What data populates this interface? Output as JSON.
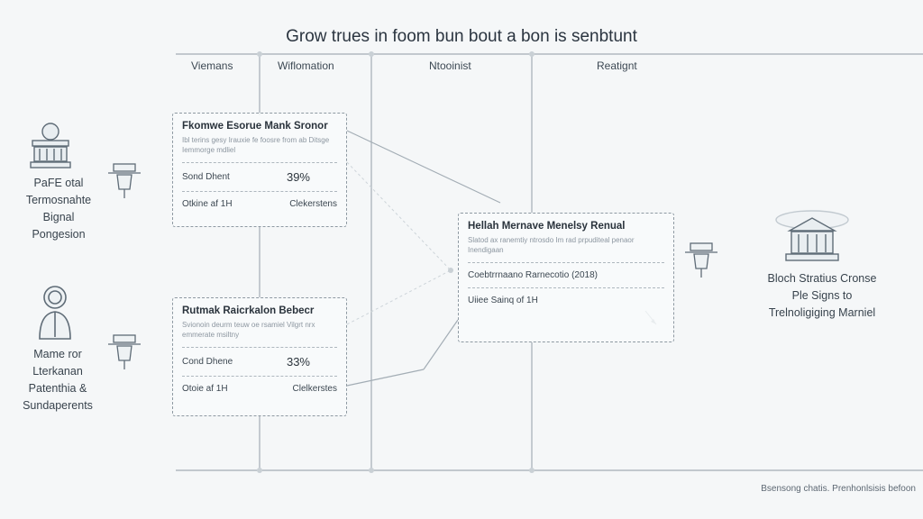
{
  "diagram": {
    "title": "Grow trues in foom bun bout a bon is senbtunt",
    "columns": [
      "Viemans",
      "Wiflomation",
      "Ntooinist",
      "Reatignt"
    ],
    "cards": [
      {
        "title": "Fkomwe Esorue Mank Sronor",
        "desc": "Ibl terins gesy Irauxie fe foosre from ab Ditsge Iemmorge mdliel",
        "row1_label": "Sond Dhent",
        "row1_value": "39%",
        "row2_label": "Otkine af 1H",
        "row2_value": "Clekerstens"
      },
      {
        "title": "Rutmak Raicrkalon Bebecr",
        "desc": "Svionoin deurm teuw oe rsamiel Vilgrt nrx emmerate msiltny",
        "row1_label": "Cond Dhene",
        "row1_value": "33%",
        "row2_label": "Otoie af 1H",
        "row2_value": "Clelkerstes"
      },
      {
        "title": "Hellah Mernave Menelsy Renual",
        "desc": "Slatod ax ranemtiy ntrosdo Im rad prpuditeal penaor Inendigaan",
        "row1_label": "Coebtrrnaano Rarnecotio (2018)",
        "row2_label": "Uiiee Sainq of 1H"
      }
    ],
    "left_labels": [
      [
        "PaFE otal",
        "Termosnahte",
        "Bignal",
        "Pongesion"
      ],
      [
        "Mame ror",
        "Lterkanan",
        "Patenthia &",
        "Sundaperents"
      ]
    ],
    "right_label": [
      "Bloch Stratius Cronse",
      "Ple Signs to",
      "Trelnoligiging Marniel"
    ],
    "footer": "Bsensong chatis. Prenhonlsisis befoon",
    "icons": [
      "building-icon",
      "server-node-icon",
      "person-icon",
      "bank-icon"
    ],
    "colors": {
      "line": "#9aa5ae",
      "card_border": "#8e99a2",
      "background": "#f5f7f8"
    }
  }
}
